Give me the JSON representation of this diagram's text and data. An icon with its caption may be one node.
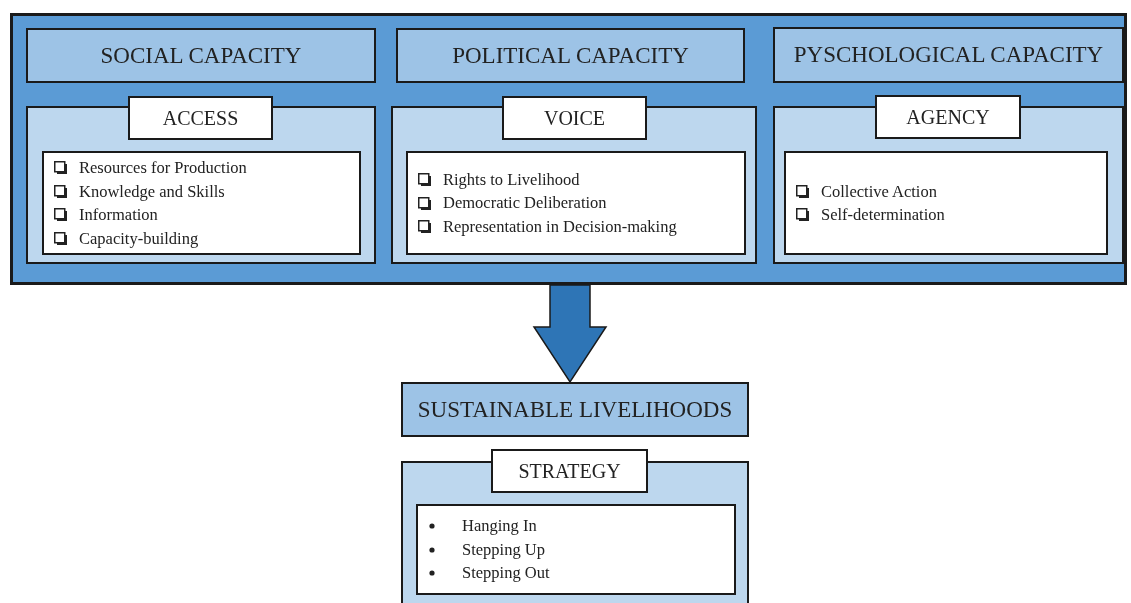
{
  "diagram": {
    "nodes": [
      {
        "text": [],
        "shape": "box"
      },
      {
        "text": [
          "SOCIAL CAPACITY"
        ],
        "in": 0
      },
      {
        "text": [
          "POLITICAL CAPACITY"
        ],
        "in": 0
      },
      {
        "text": [
          "PYSCHOLOGICAL CAPACITY"
        ],
        "in": 0
      },
      {
        "text": [],
        "shape": "box",
        "in": 0
      },
      {
        "text": [
          "ACCESS"
        ],
        "in": 0
      },
      {
        "text": [
          "Resources for Production",
          "Knowledge and Skills",
          "Information",
          "Capacity-building"
        ],
        "in": 4
      },
      {
        "text": [],
        "shape": "box",
        "in": 0
      },
      {
        "text": [
          "VOICE"
        ],
        "in": 0
      },
      {
        "text": [
          "Rights to Livelihood",
          "Democratic Deliberation",
          "Representation in Decision-making"
        ],
        "in": 7
      },
      {
        "text": [],
        "shape": "box",
        "in": 0
      },
      {
        "text": [
          "AGENCY"
        ],
        "in": 0
      },
      {
        "text": [
          "Collective Action",
          "Self-determination"
        ],
        "in": 10
      },
      {
        "text": [
          "SUSTAINABLE LIVELIHOODS"
        ]
      },
      {
        "text": [],
        "shape": "box"
      },
      {
        "text": [
          "STRATEGY"
        ]
      },
      {
        "text": [
          "Hanging In",
          "Stepping Up",
          "Stepping Out"
        ],
        "in": 14
      }
    ],
    "edges": [
      {
        "from": 0,
        "to": 13,
        "arrow": "to",
        "style": "thick"
      }
    ]
  }
}
